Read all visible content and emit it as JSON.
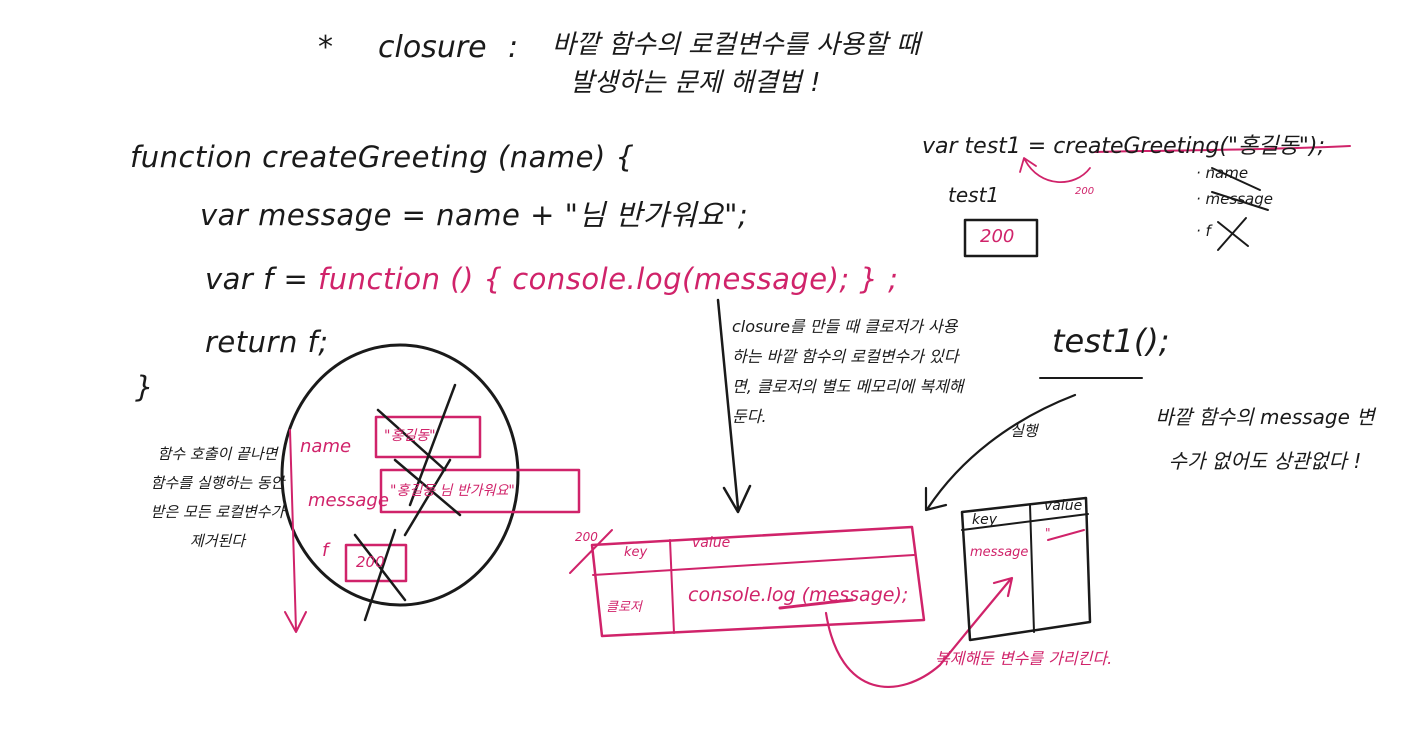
{
  "colors": {
    "ink": "#1a1a1a",
    "accent": "#d0236a",
    "background": "#ffffff"
  },
  "title": {
    "bullet": "*",
    "keyword": "closure",
    "colon": ":",
    "line1": "바깥 함수의 로컬변수를 사용할 때",
    "line2": "발생하는 문제 해결법 !"
  },
  "code": {
    "line1": "function  createGreeting (name) {",
    "line2_prefix": "var  message = name + ",
    "line2_string": "\"님 반가워요\";",
    "line3_prefix": "var  f  = ",
    "line3_func": "function ()  {  console.log(message); }  ;",
    "line4": "return f;",
    "line5": "}"
  },
  "scope_diagram": {
    "rows": [
      {
        "key": "name",
        "value": "\"홍길동\""
      },
      {
        "key": "message",
        "value": "\"홍길동 님 반가워요\""
      },
      {
        "key": "f",
        "value": "200"
      }
    ],
    "side_note": "함수 호출이 끝나면 함수를 실행하는 동안 받은 모든 로컬변수가 제거된다"
  },
  "closure_note": "closure를 만들 때 클로저가 사용하는 바깥 함수의 로컬변수가 있다면, 클로저의 별도 메모리에 복제해 둔다.",
  "closure_table": {
    "address": "200",
    "header_key": "key",
    "header_value": "value",
    "row_key": "클로저",
    "row_value": "console.log (message);"
  },
  "copy_note": "복제해둔 변수를 가리킨다.",
  "assignment": {
    "text": "var test1  =  createGreeting(\"홍길동\");",
    "arrow_label": "200",
    "var_name": "test1",
    "var_value": "200",
    "removed": [
      "name",
      "message",
      "f"
    ]
  },
  "invocation": {
    "call": "test1();",
    "label": "실행",
    "table_key": "key",
    "table_value": "value",
    "row_key": "message",
    "row_value": "\"",
    "note": "바깥 함수의 message 변수가 없어도 상관없다 !"
  }
}
